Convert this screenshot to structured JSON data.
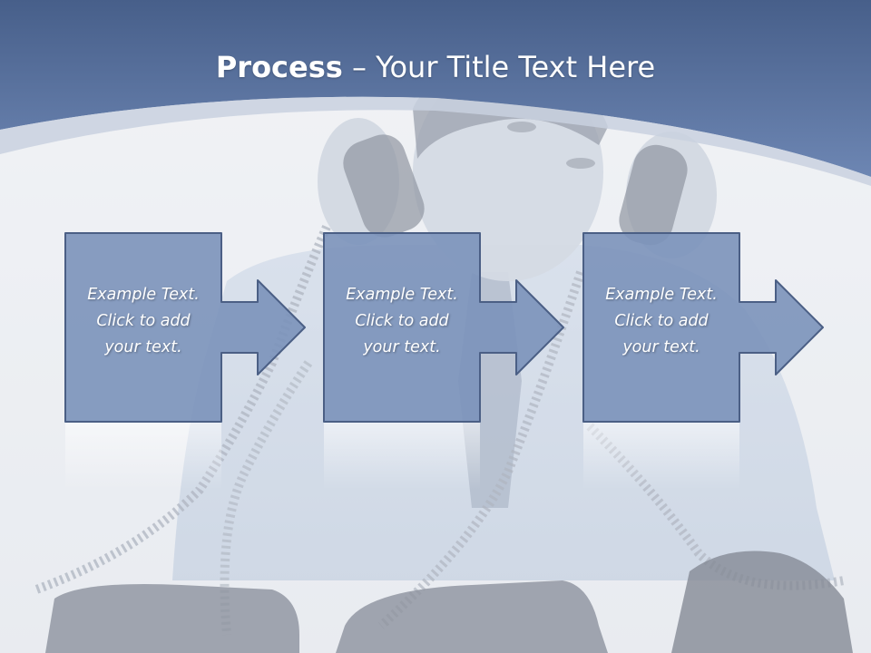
{
  "slide": {
    "title_bold": "Process",
    "title_rest": " – Your Title Text Here"
  },
  "steps": [
    {
      "lines": [
        "Example Text.",
        "Click  to add",
        "your text."
      ]
    },
    {
      "lines": [
        "Example Text.",
        "Click  to add",
        "your text."
      ]
    },
    {
      "lines": [
        "Example Text.",
        "Click  to add",
        "your text."
      ]
    }
  ],
  "colors": {
    "header_dark": "#4a6591",
    "header_light": "#6d86b3",
    "box_fill": "#7b92ba",
    "box_border": "#4b5f85",
    "slide_bg": "#eef0f4"
  },
  "background": {
    "icon": "businessman-on-phones-photo"
  }
}
